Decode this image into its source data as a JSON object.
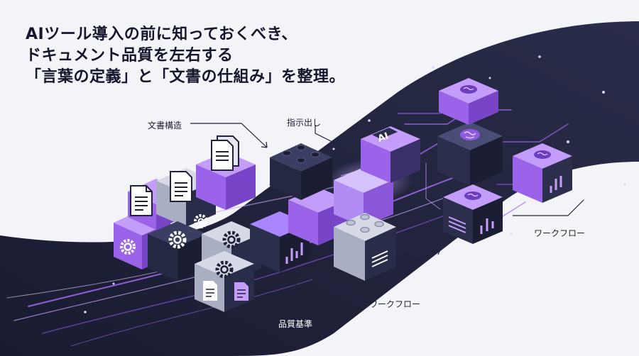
{
  "headline": {
    "line1": "AIツール導入の前に知っておくべき、",
    "line2": "ドキュメント品質を左右する",
    "line3": "「言葉の定義」と「文書の仕組み」を整理。"
  },
  "labels": {
    "doc_structure": "文書構造",
    "prompting": "指示出し",
    "workflow_right": "ワークフロー",
    "workflow_bottom": "ワークフロー",
    "quality_standard": "品質基準"
  },
  "badges": {
    "ai_chip": "AI"
  },
  "colors": {
    "background": "#f3f4f8",
    "navy": "#1f2238",
    "purple": "#a26bf0",
    "glow": "#c9a6ff",
    "text": "#14172b"
  },
  "icons": [
    "document-icon",
    "gear-icon",
    "lego-brick-icon",
    "bar-chart-icon",
    "brain-icon",
    "ai-chip-icon"
  ]
}
